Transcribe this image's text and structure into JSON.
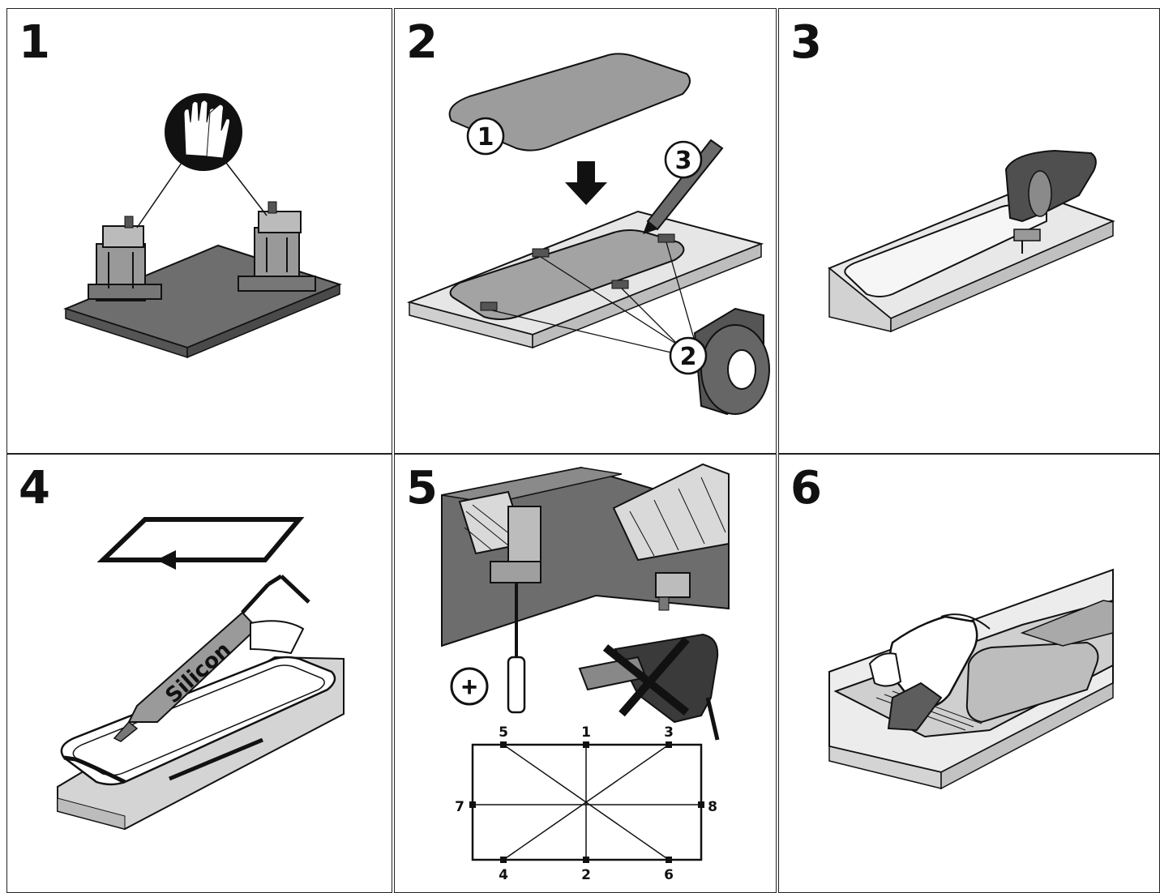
{
  "steps": [
    {
      "number": "1"
    },
    {
      "number": "2",
      "callouts": [
        "1",
        "2",
        "3"
      ]
    },
    {
      "number": "3"
    },
    {
      "number": "4",
      "tube_label": "Silicon"
    },
    {
      "number": "5",
      "screwdriver_symbol": "+",
      "pattern_labels": [
        "5",
        "1",
        "3",
        "7",
        "8",
        "4",
        "2",
        "6"
      ]
    },
    {
      "number": "6"
    }
  ],
  "icons": {
    "step1": [
      "gloves-icon",
      "mounting-clip-icon",
      "worktop-icon"
    ],
    "step2": [
      "template-sheet-icon",
      "down-arrow-icon",
      "pencil-icon",
      "tape-roll-icon"
    ],
    "step3": [
      "jigsaw-icon"
    ],
    "step4": [
      "direction-arrow-icon",
      "silicone-gun-icon"
    ],
    "step5": [
      "screwdriver-icon",
      "crossed-out-drill-icon",
      "tightening-pattern-icon"
    ],
    "step6": [
      "hand-cleaning-icon",
      "sink-icon"
    ]
  },
  "colors": {
    "line": "#111111",
    "dark_fill": "#6e6e6e",
    "mid_fill": "#a9a9a9",
    "light_fill": "#d9d9d9"
  }
}
